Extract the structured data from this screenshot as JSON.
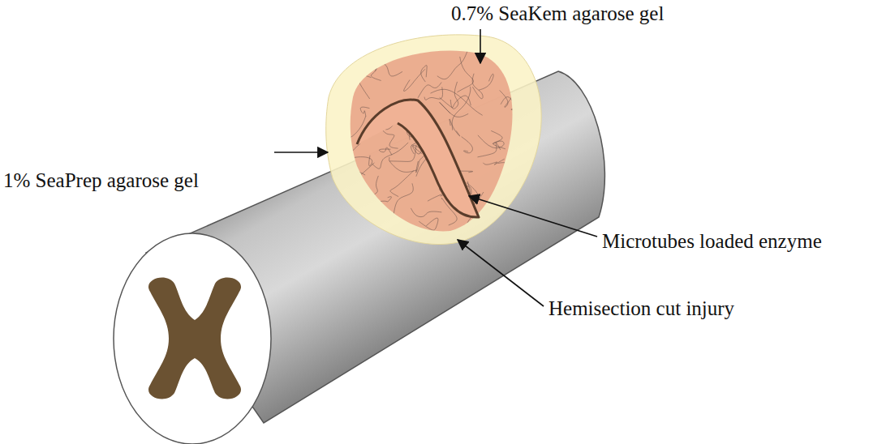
{
  "diagram": {
    "labels": [
      "0.7% SeaKem agarose gel",
      "1% SeaPrep agarose gel",
      "Microtubes loaded enzyme",
      "Hemisection cut injury"
    ]
  }
}
